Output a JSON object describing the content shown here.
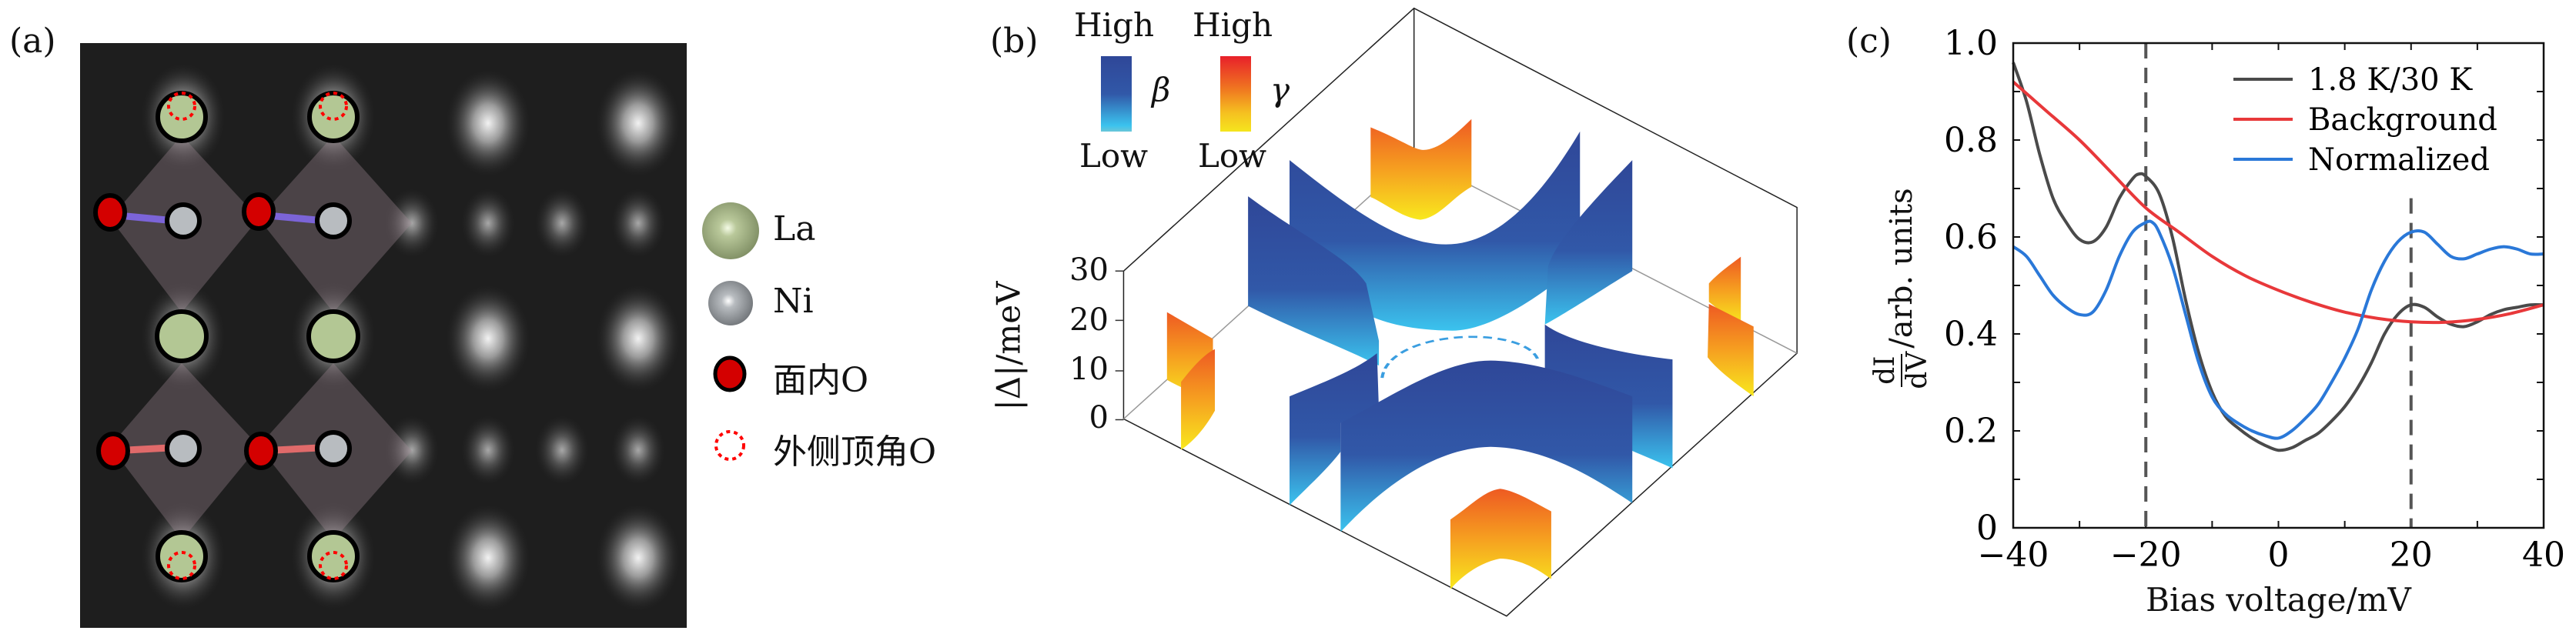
{
  "panel_a": {
    "label": "(a)",
    "legend": [
      {
        "name": "La",
        "label": "La",
        "color": "#b3c794"
      },
      {
        "name": "Ni",
        "label": "Ni",
        "color": "#b8bcc0"
      },
      {
        "name": "in-plane-o",
        "label": "面内O",
        "color": "#d40000"
      },
      {
        "name": "apical-o",
        "label": "外侧顶角O",
        "color": "#e00000"
      }
    ]
  },
  "panel_b": {
    "label": "(b)",
    "colorbars": [
      {
        "symbol": "β",
        "high": "High",
        "low": "Low",
        "colors": [
          "#2f4798",
          "#3bc3ee"
        ]
      },
      {
        "symbol": "γ",
        "high": "High",
        "low": "Low",
        "colors": [
          "#e8202a",
          "#f5e51e"
        ]
      }
    ],
    "z_axis": {
      "label": "|Δ|/meV",
      "ticks": [
        "0",
        "10",
        "20",
        "30"
      ]
    }
  },
  "chart_data": {
    "type": "line",
    "label": "(c)",
    "xlabel": "Bias voltage/mV",
    "ylabel_num": "dI",
    "ylabel_den": "dV",
    "ylabel_unit": "/arb. units",
    "xlim": [
      -40,
      40
    ],
    "ylim": [
      0,
      1.0
    ],
    "xticks": [
      -40,
      -20,
      0,
      20,
      40
    ],
    "xtick_labels": [
      "−40",
      "−20",
      "0",
      "20",
      "40"
    ],
    "yticks": [
      0,
      0.2,
      0.4,
      0.6,
      0.8,
      1.0
    ],
    "ytick_labels": [
      "0",
      "0.2",
      "0.4",
      "0.6",
      "0.8",
      "1.0"
    ],
    "vlines": [
      -20,
      20
    ],
    "legend_position": "top-right",
    "series": [
      {
        "name": "1.8 K/30 K",
        "color": "#4a4a4a",
        "x": [
          -40,
          -38,
          -36,
          -34,
          -32,
          -30,
          -28,
          -26,
          -24,
          -22,
          -21,
          -20,
          -18,
          -16,
          -14,
          -12,
          -10,
          -8,
          -6,
          -4,
          -2,
          0,
          2,
          4,
          6,
          8,
          10,
          12,
          14,
          16,
          18,
          20,
          22,
          24,
          26,
          28,
          30,
          32,
          34,
          36,
          38,
          40
        ],
        "y": [
          0.96,
          0.88,
          0.77,
          0.68,
          0.63,
          0.595,
          0.59,
          0.62,
          0.68,
          0.72,
          0.73,
          0.725,
          0.69,
          0.6,
          0.47,
          0.36,
          0.28,
          0.23,
          0.205,
          0.185,
          0.17,
          0.16,
          0.165,
          0.18,
          0.195,
          0.22,
          0.25,
          0.29,
          0.34,
          0.4,
          0.44,
          0.46,
          0.455,
          0.435,
          0.42,
          0.415,
          0.425,
          0.44,
          0.45,
          0.455,
          0.46,
          0.46
        ]
      },
      {
        "name": "Background",
        "color": "#e8383a",
        "x": [
          -40,
          -35,
          -30,
          -25,
          -20,
          -15,
          -10,
          -5,
          0,
          5,
          10,
          15,
          20,
          25,
          30,
          35,
          40
        ],
        "y": [
          0.92,
          0.86,
          0.8,
          0.73,
          0.66,
          0.61,
          0.56,
          0.52,
          0.49,
          0.465,
          0.445,
          0.432,
          0.425,
          0.424,
          0.43,
          0.442,
          0.46
        ]
      },
      {
        "name": "Normalized",
        "color": "#2a78d8",
        "x": [
          -40,
          -38,
          -36,
          -34,
          -32,
          -30,
          -28,
          -26,
          -24,
          -22,
          -20,
          -19,
          -18,
          -16,
          -14,
          -12,
          -10,
          -8,
          -6,
          -4,
          -2,
          0,
          2,
          4,
          6,
          8,
          10,
          12,
          14,
          16,
          18,
          20,
          22,
          24,
          26,
          28,
          30,
          32,
          34,
          36,
          38,
          40
        ],
        "y": [
          0.58,
          0.56,
          0.52,
          0.48,
          0.455,
          0.44,
          0.445,
          0.49,
          0.56,
          0.61,
          0.63,
          0.63,
          0.61,
          0.54,
          0.44,
          0.34,
          0.27,
          0.235,
          0.215,
          0.2,
          0.19,
          0.185,
          0.2,
          0.225,
          0.255,
          0.3,
          0.35,
          0.41,
          0.49,
          0.55,
          0.59,
          0.61,
          0.61,
          0.585,
          0.56,
          0.555,
          0.565,
          0.575,
          0.58,
          0.575,
          0.565,
          0.565
        ]
      }
    ]
  }
}
